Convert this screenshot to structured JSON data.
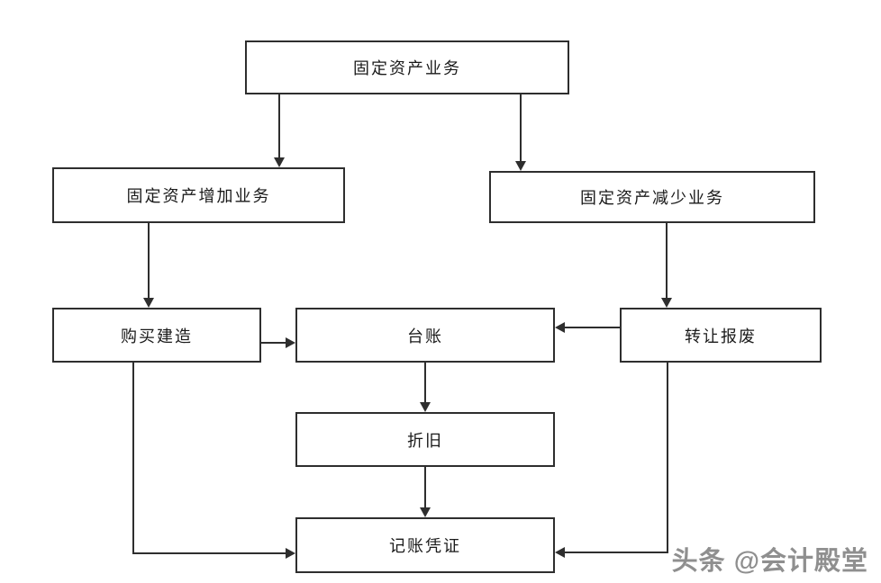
{
  "nodes": {
    "fixed_asset_business": {
      "label": "固定资产业务"
    },
    "increase_business": {
      "label": "固定资产增加业务"
    },
    "decrease_business": {
      "label": "固定资产减少业务"
    },
    "purchase_construction": {
      "label": "购买建造"
    },
    "ledger": {
      "label": "台账"
    },
    "transfer_scrap": {
      "label": "转让报废"
    },
    "depreciation": {
      "label": "折旧"
    },
    "voucher": {
      "label": "记账凭证"
    }
  },
  "edges": [
    {
      "from": "固定资产业务",
      "to": "固定资产增加业务"
    },
    {
      "from": "固定资产业务",
      "to": "固定资产减少业务"
    },
    {
      "from": "固定资产增加业务",
      "to": "购买建造"
    },
    {
      "from": "固定资产减少业务",
      "to": "转让报废"
    },
    {
      "from": "购买建造",
      "to": "台账"
    },
    {
      "from": "转让报废",
      "to": "台账"
    },
    {
      "from": "台账",
      "to": "折旧"
    },
    {
      "from": "折旧",
      "to": "记账凭证"
    },
    {
      "from": "购买建造",
      "to": "记账凭证"
    },
    {
      "from": "转让报废",
      "to": "记账凭证"
    }
  ],
  "watermark": {
    "text": "头条 @会计殿堂"
  },
  "colors": {
    "line": "#2e2e2e",
    "background": "#ffffff",
    "watermark": "#8f8f8f"
  }
}
